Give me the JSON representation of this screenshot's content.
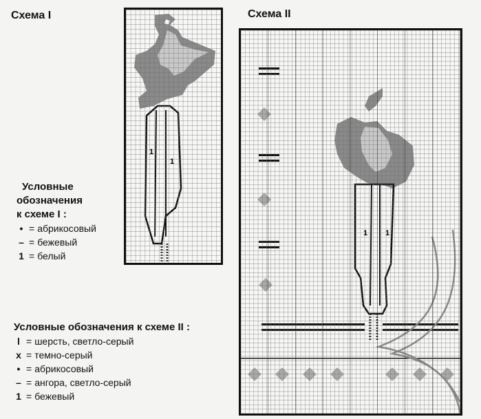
{
  "scheme1": {
    "title": "Схема I",
    "marker": "1",
    "legend": {
      "heading_line1": "Условные",
      "heading_line2": "обозначения",
      "heading_line3": "к схеме I :",
      "items": [
        {
          "symbol": "•",
          "label": "абрикосовый"
        },
        {
          "symbol": "–",
          "label": "бежевый"
        },
        {
          "symbol": "1",
          "label": "белый"
        }
      ]
    }
  },
  "scheme2": {
    "title": "Схема II",
    "marker": "1",
    "legend": {
      "heading": "Условные обозначения к схеме II :",
      "items": [
        {
          "symbol": "l",
          "label": "шерсть, светло-серый"
        },
        {
          "symbol": "x",
          "label": "темно-серый"
        },
        {
          "symbol": "•",
          "label": "абрикосовый"
        },
        {
          "symbol": "–",
          "label": "ангора, светло-серый"
        },
        {
          "symbol": "1",
          "label": "бежевый"
        }
      ]
    }
  },
  "colors": {
    "ink": "#111111",
    "grid": "#6a6a6a",
    "fill_dark": "#8a8a8a",
    "fill_light": "#c9c9c9",
    "paper": "#f4f4f2"
  }
}
